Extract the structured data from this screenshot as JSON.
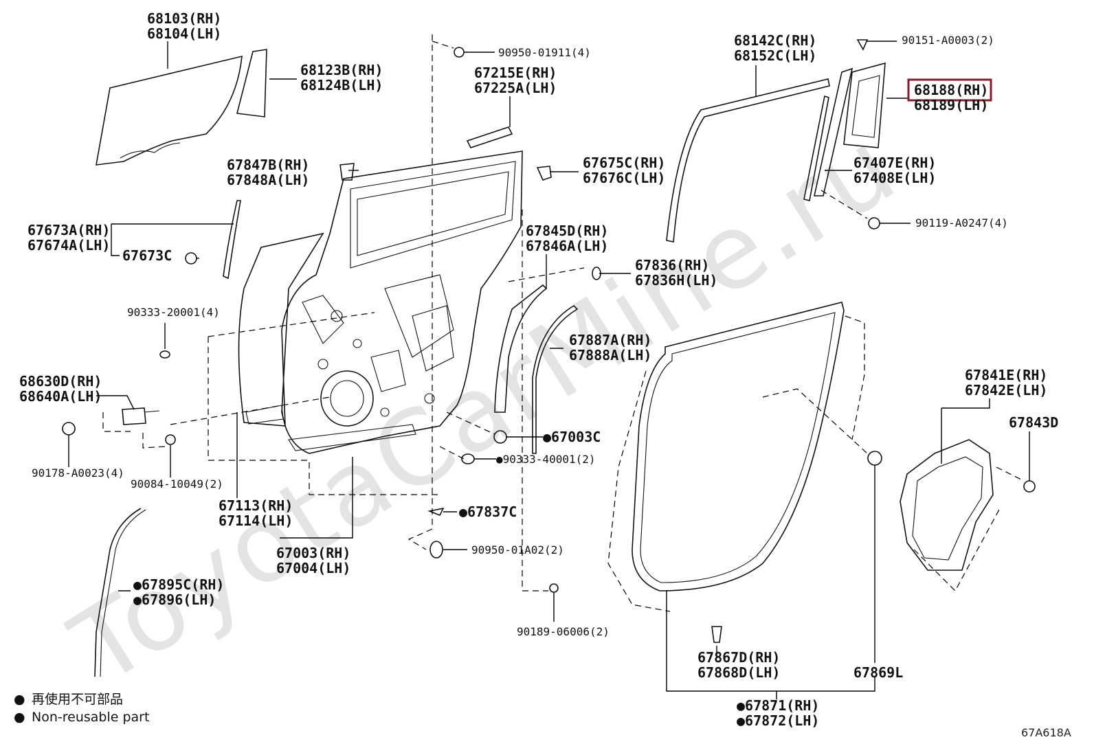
{
  "watermark": "ToyotaCarMine.ru",
  "diagram_code": "67A618A",
  "legend": {
    "bullet": "●",
    "line1": "再使用不可部品",
    "line2": "Non-reusable part"
  },
  "highlight_color": "#8b1a2b",
  "parts": {
    "p68103": "68103(RH)",
    "p68104": "68104(LH)",
    "p68123": "68123B(RH)",
    "p68124": "68124B(LH)",
    "p90950a": "90950-01911(4)",
    "p67215": "67215E(RH)",
    "p67225": "67225A(LH)",
    "p67847": "67847B(RH)",
    "p67848": "67848A(LH)",
    "p67675": "67675C(RH)",
    "p67676": "67676C(LH)",
    "p67673a": "67673A(RH)",
    "p67674a": "67674A(LH)",
    "p67673c": "67673C",
    "p67845": "67845D(RH)",
    "p67846": "67846A(LH)",
    "p67836": "67836(RH)",
    "p67836h": "67836H(LH)",
    "p90333a": "90333-20001(4)",
    "p67887": "67887A(RH)",
    "p67888": "67888A(LH)",
    "p68630": "68630D(RH)",
    "p68640": "68640A(LH)",
    "p67003c": "●67003C",
    "p90333b": "●90333-40001(2)",
    "p90178": "90178-A0023(4)",
    "p90084": "90084-10049(2)",
    "p67113": "67113(RH)",
    "p67114": "67114(LH)",
    "p67837c": "●67837C",
    "p67003": "67003(RH)",
    "p67004": "67004(LH)",
    "p90950b": "90950-01A02(2)",
    "p67895": "●67895C(RH)",
    "p67896": "●67896(LH)",
    "p90189": "90189-06006(2)",
    "p68142": "68142C(RH)",
    "p68152": "68152C(LH)",
    "p90151": "90151-A0003(2)",
    "p68188": "68188(RH)",
    "p68189": "68189(LH)",
    "p67407": "67407E(RH)",
    "p67408": "67408E(LH)",
    "p90119": "90119-A0247(4)",
    "p67841": "67841E(RH)",
    "p67842": "67842E(LH)",
    "p67843d": "67843D",
    "p67867": "67867D(RH)",
    "p67868": "67868D(LH)",
    "p67869l": "67869L",
    "p67871": "●67871(RH)",
    "p67872": "●67872(LH)"
  }
}
